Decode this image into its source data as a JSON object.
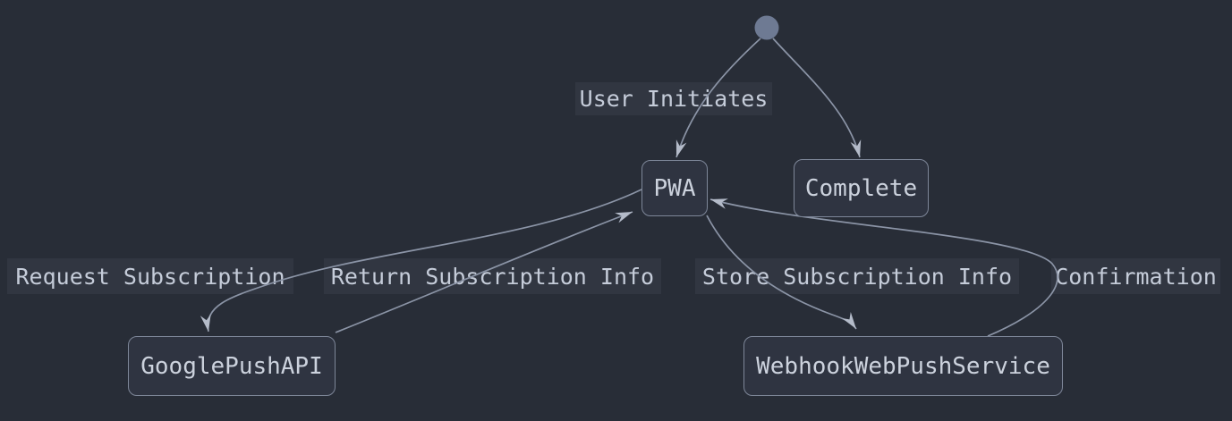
{
  "diagram": {
    "kind": "state-diagram",
    "nodes": [
      {
        "id": "PWA",
        "label": "PWA"
      },
      {
        "id": "Complete",
        "label": "Complete"
      },
      {
        "id": "GooglePushAPI",
        "label": "GooglePushAPI"
      },
      {
        "id": "WebhookWebPushService",
        "label": "WebhookWebPushService"
      }
    ],
    "edges": [
      {
        "from": "start",
        "to": "PWA",
        "label": "User Initiates"
      },
      {
        "from": "start",
        "to": "Complete",
        "label": ""
      },
      {
        "from": "PWA",
        "to": "GooglePushAPI",
        "label": "Request Subscription"
      },
      {
        "from": "GooglePushAPI",
        "to": "PWA",
        "label": "Return Subscription Info"
      },
      {
        "from": "PWA",
        "to": "WebhookWebPushService",
        "label": "Store Subscription Info"
      },
      {
        "from": "WebhookWebPushService",
        "to": "PWA",
        "label": "Confirmation"
      }
    ],
    "colors": {
      "background": "#282d37",
      "node_fill": "#2f3441",
      "node_border": "#7e8799",
      "node_text": "#ccd2dd",
      "edge_line": "#8b94a6",
      "arrowhead": "#b4bbc9",
      "label_bg": "#313641",
      "label_text": "#c5ccd9",
      "start_circle": "#6e7a93"
    }
  }
}
